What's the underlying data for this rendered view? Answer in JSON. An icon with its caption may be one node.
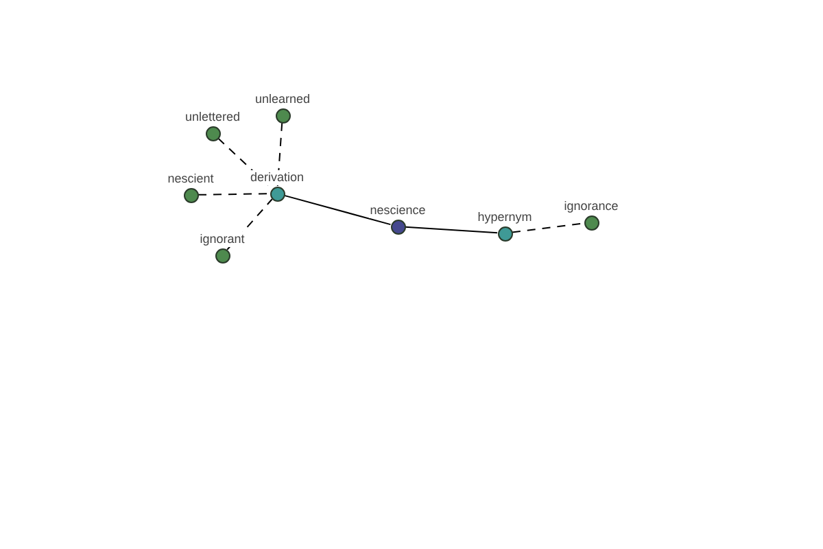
{
  "diagram": {
    "nodes": [
      {
        "text": [
          "unlettered"
        ]
      },
      {
        "text": [
          "unlearned"
        ]
      },
      {
        "text": [
          "nescient"
        ]
      },
      {
        "text": [
          "derivation"
        ]
      },
      {
        "text": [
          "ignorant"
        ]
      },
      {
        "text": [
          "nescience"
        ]
      },
      {
        "text": [
          "hypernym"
        ]
      },
      {
        "text": [
          "ignorance"
        ]
      }
    ],
    "edges": [
      {
        "from": 0,
        "to": 3,
        "arrow": "none",
        "style": "dashed"
      },
      {
        "from": 1,
        "to": 3,
        "arrow": "none",
        "style": "dashed"
      },
      {
        "from": 2,
        "to": 3,
        "arrow": "none",
        "style": "dashed"
      },
      {
        "from": 4,
        "to": 3,
        "arrow": "none",
        "style": "dashed"
      },
      {
        "from": 3,
        "to": 5,
        "arrow": "none"
      },
      {
        "from": 5,
        "to": 6,
        "arrow": "none"
      },
      {
        "from": 6,
        "to": 7,
        "arrow": "none",
        "style": "dashed"
      }
    ]
  }
}
